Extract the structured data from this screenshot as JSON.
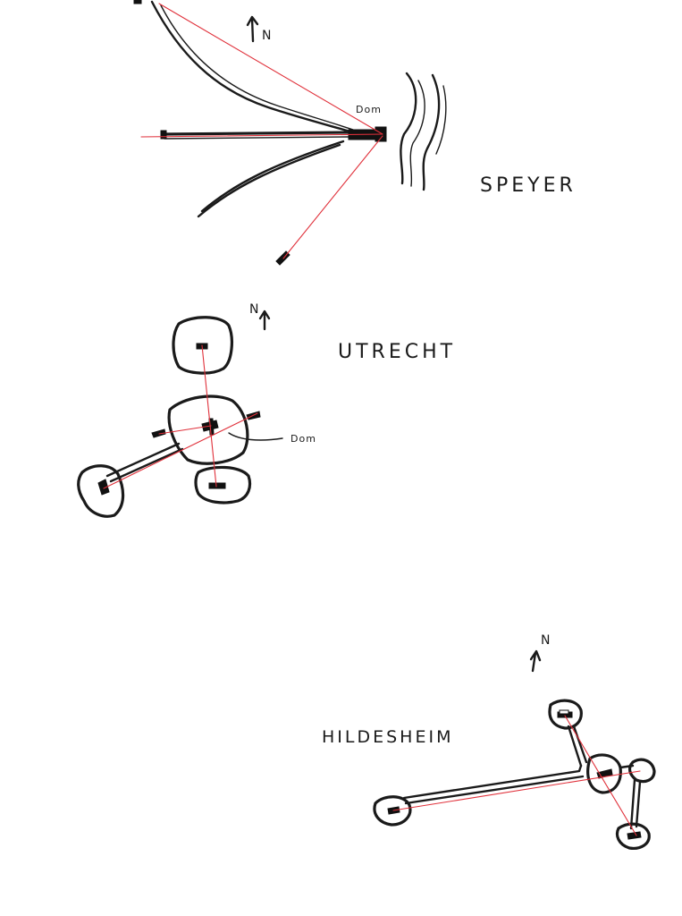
{
  "colors": {
    "ink": "#1a1a1a",
    "axis_line": "#e0303a",
    "paper": "#ffffff"
  },
  "north_marker": {
    "label": "N",
    "icon": "north-arrow-icon"
  },
  "sketches": [
    {
      "id": "speyer",
      "title": "SPEYER",
      "landmark_label": "Dom",
      "elements": [
        "roads",
        "cathedral",
        "river",
        "axis-lines"
      ]
    },
    {
      "id": "utrecht",
      "title": "UTRECHT",
      "landmark_label": "Dom",
      "elements": [
        "churches",
        "cathedral",
        "axis-lines"
      ]
    },
    {
      "id": "hildesheim",
      "title": "HILDESHEIM",
      "landmark_label": "",
      "elements": [
        "churches",
        "roads",
        "axis-lines"
      ]
    }
  ]
}
